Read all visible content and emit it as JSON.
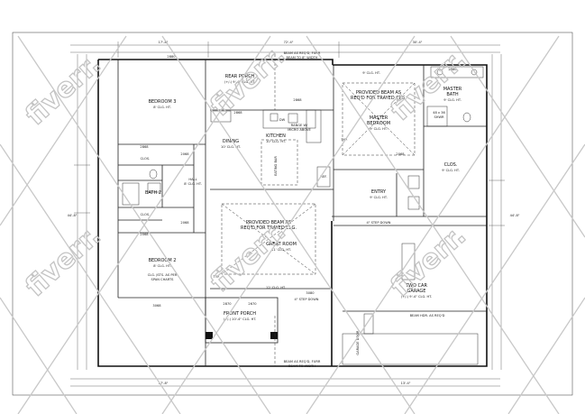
{
  "rooms": {
    "bedroom3": {
      "name": "BEDROOM 3",
      "clg": "8' CLG. HT."
    },
    "rear_porch": {
      "name": "REAR PORCH",
      "clg": "(+/-) 9'-4\" CLG. HT."
    },
    "kitchen": {
      "name": "KITCHEN",
      "clg": "10' CLG. HT."
    },
    "dining": {
      "name": "DINING",
      "clg": "10' CLG. HT."
    },
    "range": {
      "name": "RANGE W/",
      "sub": "MICRO ABOVE"
    },
    "eating_bar": "EATING BAR",
    "ref": "REF.",
    "dw": "DW",
    "clos1": "CLOS.",
    "clos2": "CLOS.",
    "bath2": "BATH 2",
    "hall": {
      "name": "HALL",
      "clg": "8' CLG. HT."
    },
    "great_room": {
      "name": "GREAT ROOM",
      "clg": "11' CLG. HT."
    },
    "beam_great": {
      "line1": "PROVIDED BEAM AS",
      "line2": "REQ'D FOR TRAYED CLG."
    },
    "bedroom2": {
      "name": "BEDROOM 2",
      "clg": "8' CLG. HT.",
      "note1": "CLG. JSTS. AS PER",
      "note2": "SPAN CHARTS"
    },
    "front_porch": {
      "name": "FRONT PORCH",
      "clg": "(+/-) 10'-4\" CLG. HT."
    },
    "master_bedroom": {
      "name": "MASTER",
      "name2": "BEDROOM",
      "clg": "9' CLG. HT."
    },
    "beam_master": {
      "line1": "PROVIDED BEAM AS",
      "line2": "REQ'D FOR TRAYED CLG."
    },
    "master_clg": "9' CLG. HT.",
    "master_bath": {
      "name": "MASTER",
      "name2": "BATH",
      "clg": "9' CLG. HT."
    },
    "shower": {
      "size": "48 x 36",
      "name": "SHWR"
    },
    "clos_master": {
      "name": "CLOS.",
      "clg": "9' CLG. HT."
    },
    "entry": {
      "name": "ENTRY",
      "clg": "9' CLG. HT."
    },
    "step_down1": "4\" STEP DOWN",
    "step_down2": "4\" STEP DOWN",
    "garage": {
      "name": "TWO CAR",
      "name2": "GARAGE",
      "clg": "(+/-) 9'-4\" CLG. HT."
    },
    "typ1": "TYP.",
    "typ2": "TYP.",
    "clg12": "12' CLG. HT.",
    "notes": {
      "beam_top1": "BEAM AS REQ'D, FURR",
      "beam_top2": "BEAM TO 8\" WIDTH",
      "beam_bottom1": "BEAM AS REQ'D, FURR",
      "beam_bottom2": "BEAM TO WIDTH",
      "beam_garage": "BEAM HDR. AS REQ'D",
      "garage_door": "GARAGE DOOR"
    }
  },
  "doors": [
    "2880",
    "2880",
    "2868",
    "2068",
    "2068",
    "2068",
    "2068",
    "3068",
    "2868",
    "2868",
    "3080",
    "2870",
    "2670"
  ],
  "dimensions": {
    "top_left": "17'-8\"",
    "top_right": "30'-4\"",
    "top_total": "72'-4\"",
    "side_left": "44'-8\"",
    "side_right": "44'-8\"",
    "bottom_left": "17'-8\"",
    "bottom_right": "13'-4\""
  },
  "watermark": "fiverr."
}
